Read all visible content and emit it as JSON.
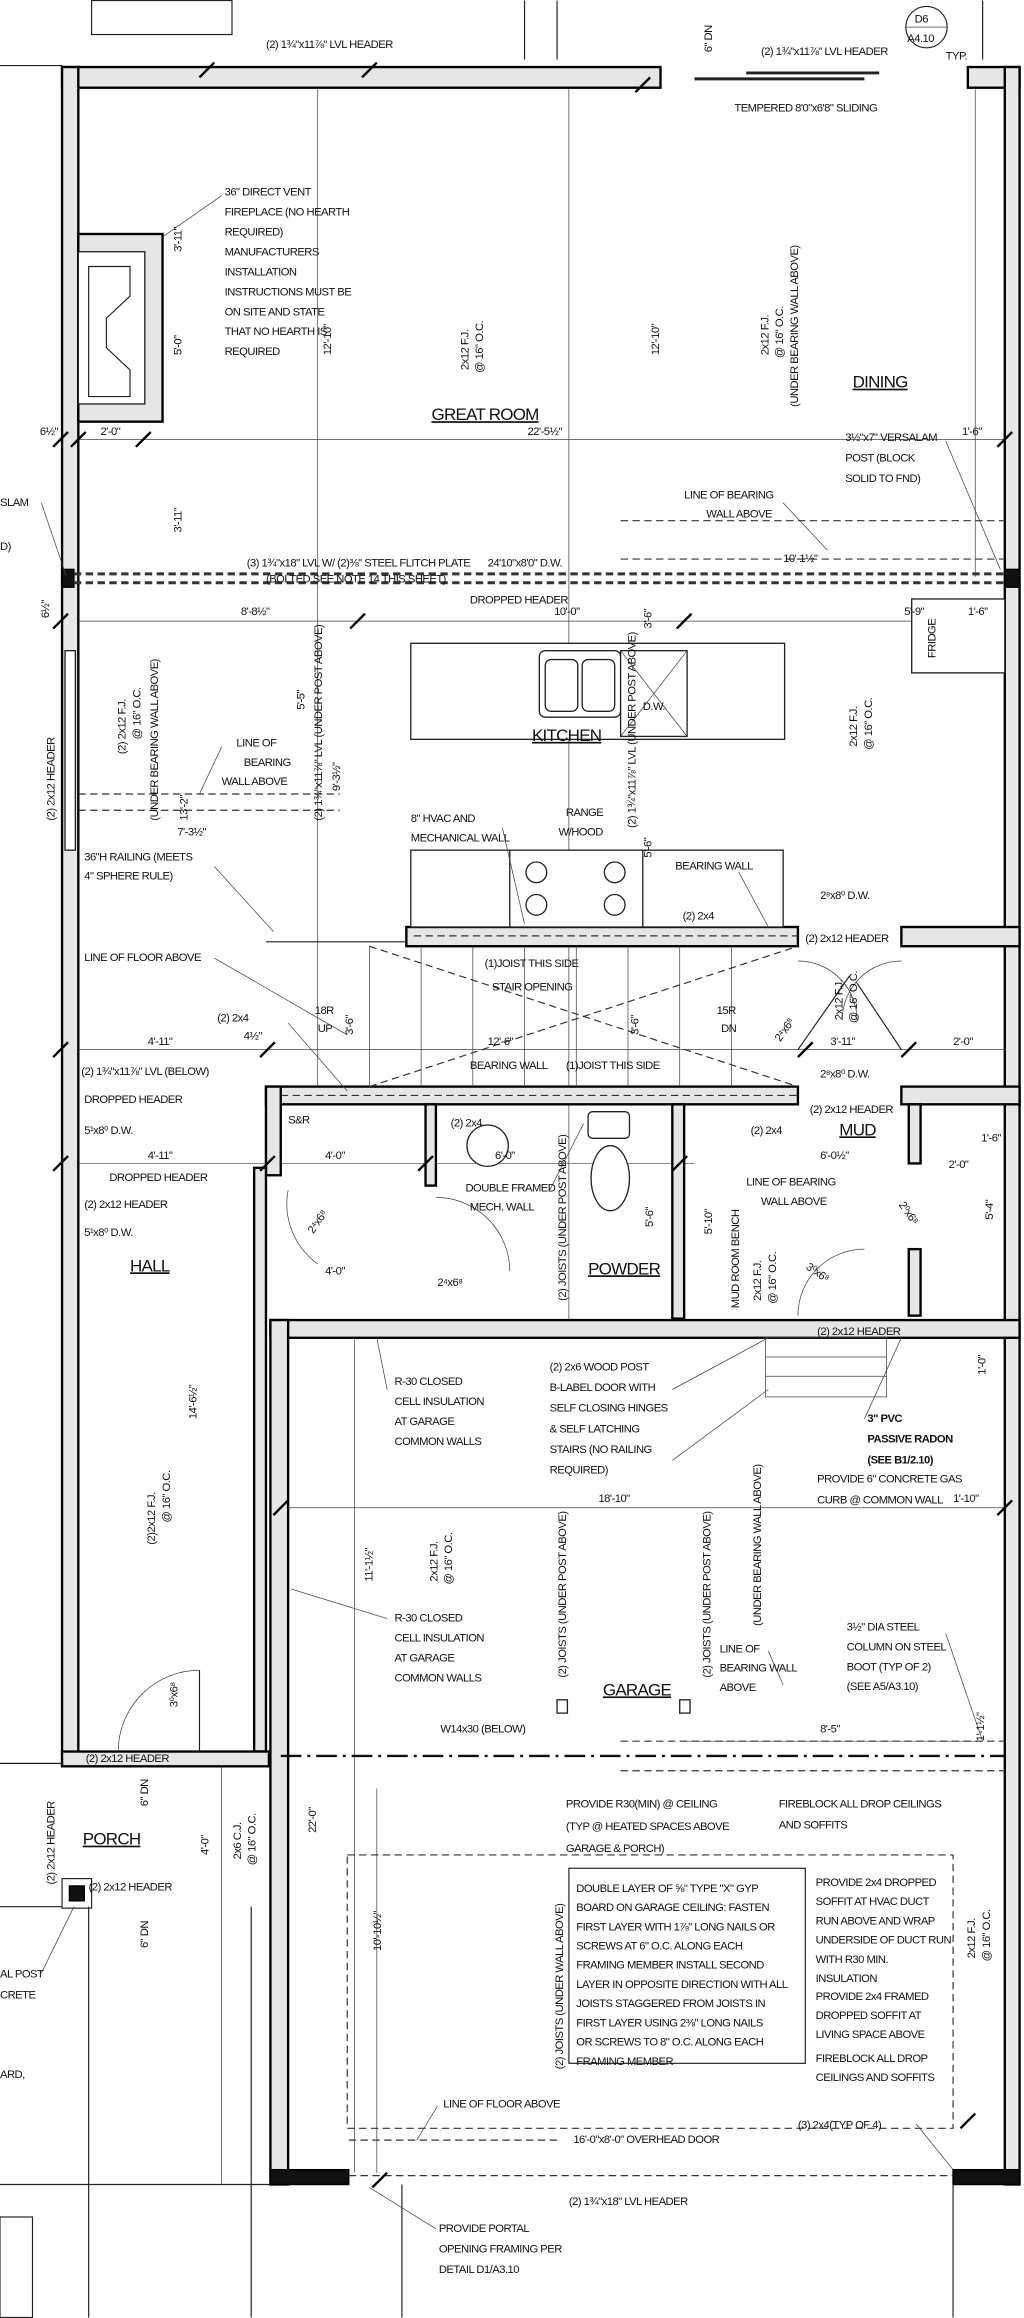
{
  "rooms": {
    "great_room": "GREAT ROOM",
    "dining": "DINING",
    "kitchen": "KITCHEN",
    "hall": "HALL",
    "powder": "POWDER",
    "mud": "MUD",
    "garage": "GARAGE",
    "porch": "PORCH",
    "sr": "S&R"
  },
  "detail_bubble": {
    "top": "D6",
    "bottom": "A4.10",
    "typ": "TYP."
  },
  "headers": {
    "top_left": "(2) 1¾\"x11⅞\" LVL HEADER",
    "top_right": "(2) 1¾\"x11⅞\" LVL HEADER",
    "sliding": "TEMPERED  8'0\"x6'8\" SLIDING",
    "flitch_1": "(3) 1¾\"x18\" LVL W/ (2)⅜\" STEEL FLITCH PLATE",
    "flitch_2": "(BOLTED SEE NOTE 14 THIS SHEET)",
    "dw_24": "24'10\"x8'0\" D.W.",
    "dropped_1": "DROPPED HEADER",
    "left_wall": "(2) 2x12 HEADER",
    "stair_hdr": "(2) 2x12 HEADER",
    "dw_28a": "2⁸x8⁰ D.W.",
    "dw_28b": "2⁸x8⁰ D.W.",
    "mud_hdr": "(2) 2x12 HEADER",
    "lvl_below": "(2) 1¾\"x11⅞\" LVL (BELOW)",
    "dropped_2": "DROPPED HEADER",
    "dw_51a": "5¹x8⁰ D.W.",
    "dropped_3": "DROPPED HEADER",
    "hall_hdr": "(2) 2x12 HEADER",
    "dw_51b": "5¹x8⁰ D.W.",
    "mud_hdr2": "(2) 2x12 HEADER",
    "porch_hdr1": "(2) 2x12 HEADER",
    "porch_hdr2": "(2) 2x12 HEADER",
    "porch_side": "(2) 2x12 HEADER",
    "garage_lvl": "(2) 1¾\"x18\" LVL HEADER",
    "w14": "W14x30 (BELOW)",
    "overhead": "16'-0\"x8'-0\" OVERHEAD DOOR"
  },
  "framing": {
    "gr_fj": "2x12 F.J.",
    "gr_oc": "@ 16\" O.C.",
    "din_fj": "2x12 F.J.",
    "din_oc": "@ 16\" O.C.",
    "din_under": "(UNDER BEARING WALL ABOVE)",
    "left_fj": "(2) 2x12 F.J.",
    "left_oc": "@ 16\" O.C.",
    "left_under": "(UNDER BEARING WALL ABOVE)",
    "lvl_post_1": "(2) 1¾\"x11⅞\" LVL (UNDER POST ABOVE)",
    "lvl_post_2": "(2) 1¾\"x11⅞\" LVL (UNDER POST ABOVE)",
    "kit_fj": "2x12 F.J.",
    "kit_oc": "@ 16\" O.C.",
    "mud_fj": "2x12 F.J.",
    "mud_oc": "@ 16\" O.C.",
    "hall_fj": "(2)2x12 F.J.",
    "hall_oc": "@ 16\" O.C.",
    "gar_fj": "2x12 F.J.",
    "gar_oc": "@ 16\" O.C.",
    "gar_fj2": "2x12 F.J.",
    "gar_oc2": "@ 16\" O.C.",
    "gar_under2": "(UNDER BEARING WALL ABOVE)",
    "joists_1": "(2) JOISTS (UNDER POST ABOVE)",
    "joists_2": "(2) JOISTS (UNDER POST ABOVE)",
    "joists_3": "(2) JOISTS (UNDER POST ABOVE)",
    "joists_4": "(2) JOISTS (UNDER WALL ABOVE)",
    "gar_fj3": "2x12 F.J.",
    "gar_oc3": "@ 16\" O.C.",
    "porch_cj": "2x6 C.J.",
    "porch_oc": "@ 16\" O.C.",
    "fridge": "FRIDGE",
    "dw": "D.W.",
    "mud_bench": "MUD ROOM BENCH",
    "stair_opening": "STAIR OPENING",
    "joist_side_1": "(1)JOIST THIS SIDE",
    "joist_side_2": "(1)JOIST THIS SIDE",
    "up_r": "18R",
    "up": "UP",
    "dn_r": "15R",
    "dn": "DN",
    "two_by4_a": "(2) 2x4",
    "two_by4_b": "(2) 2x4",
    "two_by4_c": "(2) 2x4",
    "two_by4_d": "(2) 2x4",
    "bearing_wall_a": "BEARING WALL",
    "bearing_wall_b": "BEARING WALL",
    "door_24a": "2⁴x6⁸",
    "door_24b": "2⁴x6⁸",
    "door_24c": "2⁴x6⁸",
    "door_30a": "3⁰x6⁸",
    "door_20": "2⁰x6⁸",
    "door_30b": "3⁰x6⁸",
    "dn6_top": "6\" DN",
    "dn6_a": "6\" DN",
    "dn6_b": "6\" DN",
    "typ4": "(3) 2x4(TYP OF 4)"
  },
  "dims": {
    "d3_11a": "3'-11\"",
    "d5_0": "5'-0\"",
    "d12_10a": "12'-10\"",
    "d12_10b": "12'-10\"",
    "d6_5a": "6½\"",
    "d2_0a": "2'-0\"",
    "d22_5": "22'-5½\"",
    "d1_6a": "1'-6\"",
    "d10_1": "10'-1½\"",
    "d3_11b": "3'-11\"",
    "d8_8": "8'-8½\"",
    "d10_0": "10'-0\"",
    "d5_9": "5'-9\"",
    "d1_6b": "1'-6\"",
    "d3_6a": "3'-6\"",
    "d6_5b": "6½\"",
    "d5_5": "5'-5\"",
    "d9_3": "9'-3½\"",
    "d13_2": "13'-2\"",
    "d7_3": "7'-3½\"",
    "d5_6a": "5'-6\"",
    "d3_6b": "3'-6\"",
    "d3_6c": "3'-6\"",
    "d12_6": "12'-6\"",
    "d4_11a": "4'-11\"",
    "d4_5": "4½\"",
    "d3_11c": "3'-11\"",
    "d2_0b": "2'-0\"",
    "d4_11b": "4'-11\"",
    "d4_0a": "4'-0\"",
    "d6_0": "6'-0\"",
    "d5_6b": "5'-6\"",
    "d4_0b": "4'-0\"",
    "d6_0h": "6'-0½\"",
    "d5_10": "5'-10\"",
    "d1_6c": "1'-6\"",
    "d2_0c": "2'-0\"",
    "d5_4": "5'-4\"",
    "d1_0": "1'-0\"",
    "d18_10": "18'-10\"",
    "d1_10": "1'-10\"",
    "d14_6": "14'-6½\"",
    "d11_1": "11'-1½\"",
    "d8_5": "8'-5\"",
    "d1_1": "1'-1½\"",
    "d22_0": "22'-0\"",
    "d4_0c": "4'-0\"",
    "d10_10": "10'-10½\""
  },
  "notes": {
    "fireplace": [
      "36\" DIRECT VENT",
      "FIREPLACE (NO HEARTH",
      "REQUIRED)",
      "MANUFACTURERS",
      "INSTALLATION",
      "INSTRUCTIONS MUST BE",
      "ON SITE AND STATE",
      "THAT NO HEARTH IS",
      "REQUIRED"
    ],
    "versalam": [
      "3½\"x7\" VERSALAM",
      "POST (BLOCK",
      "SOLID TO FND)"
    ],
    "bearing_above_1": [
      "LINE OF BEARING",
      "WALL ABOVE"
    ],
    "bearing_above_2": [
      "LINE OF",
      "BEARING",
      "WALL ABOVE"
    ],
    "hvac": [
      "8\" HVAC AND",
      "MECHANICAL WALL"
    ],
    "range": [
      "RANGE",
      "W/HOOD"
    ],
    "railing": [
      "36\"H RAILING (MEETS",
      "4\" SPHERE RULE)"
    ],
    "floor_above": [
      "LINE OF FLOOR ABOVE"
    ],
    "double_framed": [
      "DOUBLE FRAMED",
      "MECH. WALL"
    ],
    "mud_bearing": [
      "LINE OF BEARING",
      "WALL ABOVE"
    ],
    "r30_a": [
      "R-30 CLOSED",
      "CELL INSULATION",
      "AT GARAGE",
      "COMMON WALLS"
    ],
    "r30_b": [
      "R-30 CLOSED",
      "CELL INSULATION",
      "AT GARAGE",
      "COMMON WALLS"
    ],
    "wood_post": [
      "(2) 2x6 WOOD POST",
      "B-LABEL DOOR WITH",
      "SELF CLOSING HINGES",
      "& SELF LATCHING",
      "STAIRS (NO RAILING",
      "REQUIRED)"
    ],
    "radon": [
      "3\" PVC",
      "PASSIVE RADON",
      "(SEE B1/2.10)"
    ],
    "gas_curb": [
      "PROVIDE 6\" CONCRETE GAS",
      "CURB @ COMMON WALL"
    ],
    "gar_bearing": [
      "LINE OF",
      "BEARING WALL",
      "ABOVE"
    ],
    "steel_col": [
      "3½\" DIA STEEL",
      "COLUMN ON STEEL",
      "BOOT (TYP OF 2)",
      "(SEE A5/A3.10)"
    ],
    "r30_ceiling": [
      "PROVIDE R30(MIN) @ CEILING",
      "(TYP @ HEATED SPACES ABOVE",
      "GARAGE & PORCH)"
    ],
    "fireblock_1": [
      "FIREBLOCK ALL DROP CEILINGS",
      "AND SOFFITS"
    ],
    "gyp": [
      "DOUBLE LAYER OF ⅝\" TYPE \"X\" GYP",
      "BOARD ON GARAGE CEILING:  FASTEN",
      "FIRST LAYER WITH 1⅞\" LONG NAILS OR",
      "SCREWS AT 6\" O.C. ALONG EACH",
      "FRAMING MEMBER INSTALL SECOND",
      "LAYER IN OPPOSITE DIRECTION WITH ALL",
      "JOISTS STAGGERED FROM JOISTS IN",
      "FIRST LAYER USING 2⅜\" LONG NAILS",
      "OR SCREWS TO 8\" O.C. ALONG EACH",
      "FRAMING MEMBER"
    ],
    "soffit_hvac": [
      "PROVIDE 2x4 DROPPED",
      "SOFFIT AT HVAC DUCT",
      "RUN ABOVE AND WRAP",
      "UNDERSIDE OF DUCT RUN",
      "WITH R30 MIN.",
      "INSULATION"
    ],
    "soffit_living": [
      "PROVIDE 2x4 FRAMED",
      "DROPPED SOFFIT AT",
      "LIVING SPACE ABOVE"
    ],
    "fireblock_2": [
      "FIREBLOCK ALL DROP",
      "CEILINGS AND SOFFITS"
    ],
    "floor_above_gar": [
      "LINE OF FLOOR ABOVE"
    ],
    "portal": [
      "PROVIDE PORTAL",
      "OPENING FRAMING PER",
      "DETAIL D1/A3.10"
    ],
    "cut_left": [
      "SLAM",
      "D)",
      "AL POST",
      "CRETE",
      "ARD,"
    ]
  }
}
